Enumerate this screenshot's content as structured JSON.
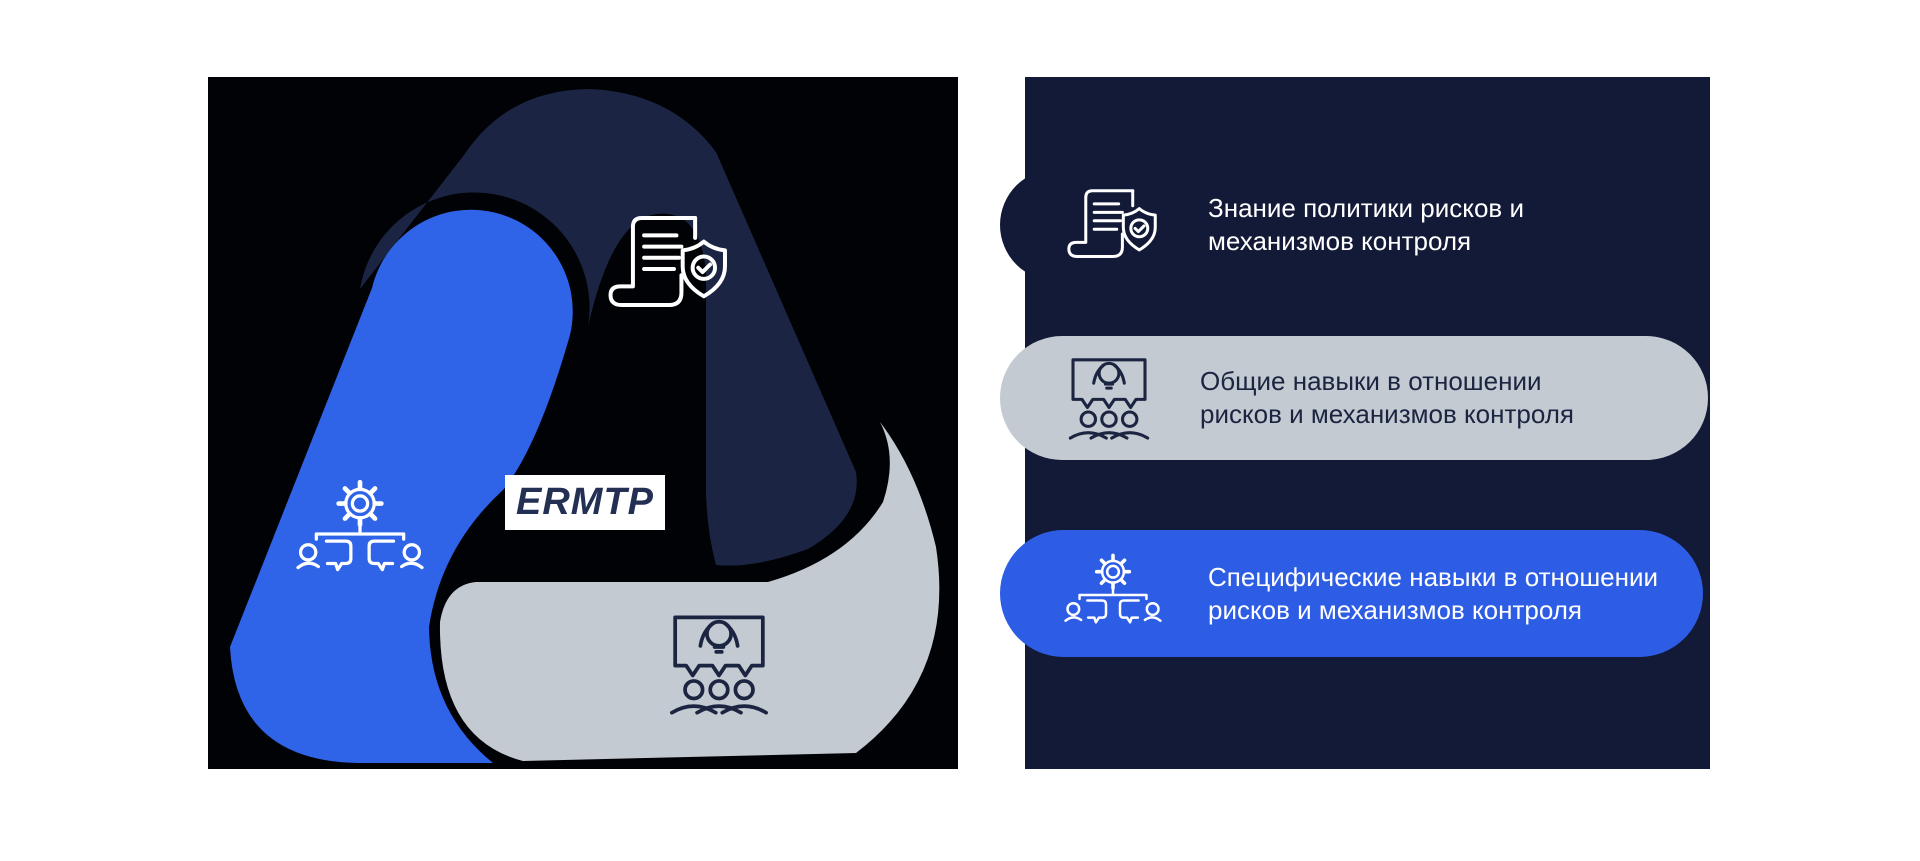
{
  "colors": {
    "page_bg": "#ffffff",
    "left_panel_bg": "#010205",
    "right_panel_bg": "#121a37",
    "navy_arm": "#1b2442",
    "blue_arm": "#2f63e8",
    "gray_arm": "#c3cad1",
    "pill_blue": "#2d5de4",
    "pill_gray": "#c3cad1",
    "pill_navy": "#121a37",
    "dark_text": "#1b2440",
    "white_text": "#ffffff",
    "label_text": "#233054"
  },
  "logo": {
    "label": "ERMTP",
    "arms": [
      {
        "name": "policy-arm",
        "color": "#1b2442",
        "icon": "document-shield-icon"
      },
      {
        "name": "specific-skills-arm",
        "color": "#2f63e8",
        "icon": "gear-team-icon"
      },
      {
        "name": "general-skills-arm",
        "color": "#c3cad1",
        "icon": "presentation-team-icon"
      }
    ]
  },
  "right_panel": {
    "items": [
      {
        "icon": "document-shield-icon",
        "lines": [
          "Знание политики рисков и",
          "механизмов контроля"
        ]
      },
      {
        "icon": "presentation-team-icon",
        "lines": [
          "Общие навыки в отношении",
          "рисков и механизмов контроля"
        ]
      },
      {
        "icon": "gear-team-icon",
        "lines": [
          "Специфические навыки в отношении",
          "рисков и механизмов контроля"
        ]
      }
    ]
  }
}
